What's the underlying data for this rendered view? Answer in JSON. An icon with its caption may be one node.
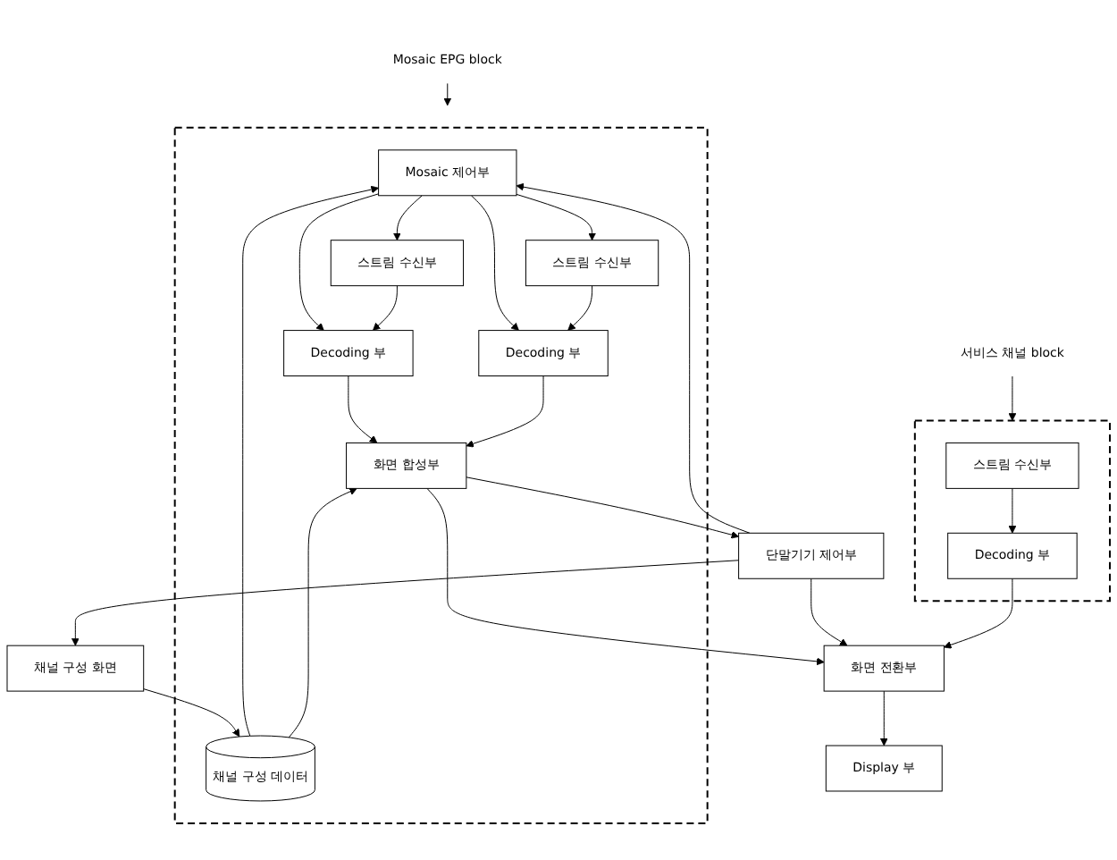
{
  "diagram": {
    "nodes": [
      {
        "text": [],
        "shape": "box"
      },
      {
        "text": [
          "Mosaic 제어부"
        ],
        "in": 0
      },
      {
        "text": [
          "채널 구성 데이터"
        ],
        "in": 0
      },
      {
        "text": [
          "스트림 수신부"
        ],
        "in": 0
      },
      {
        "text": [
          "Decoding 부"
        ],
        "in": 0
      },
      {
        "text": [
          "화면 합성부"
        ],
        "in": 0
      },
      {
        "text": [
          "스트림 수신부"
        ],
        "in": 0
      },
      {
        "text": [
          "Decoding 부"
        ],
        "in": 0
      },
      {
        "text": [
          "채널 구성 화면"
        ]
      },
      {
        "text": [
          "단말기기 제어부"
        ]
      },
      {
        "text": [
          "화면 전환부"
        ]
      },
      {
        "text": [
          "Display 부"
        ]
      },
      {
        "text": [],
        "shape": "box"
      },
      {
        "text": [
          "스트림 수신부"
        ],
        "in": 12
      },
      {
        "text": [
          "Decoding 부"
        ],
        "in": 12
      },
      {
        "text": [
          "Mosaic EPG block"
        ]
      },
      {
        "text": [
          "서비스 채널 block"
        ]
      }
    ],
    "edges": [
      {
        "from": 8,
        "to": 2,
        "arrow": "to"
      },
      {
        "from": 2,
        "to": 1,
        "arrow": "to"
      },
      {
        "from": 9,
        "to": 8,
        "arrow": "to"
      },
      {
        "from": 9,
        "to": 1,
        "arrow": "to"
      },
      {
        "from": 1,
        "to": 3,
        "arrow": "to"
      },
      {
        "from": 1,
        "to": 4,
        "arrow": "to"
      },
      {
        "from": 1,
        "to": 6,
        "arrow": "to"
      },
      {
        "from": 1,
        "to": 7,
        "arrow": "to"
      },
      {
        "from": 3,
        "to": 4,
        "arrow": "to"
      },
      {
        "from": 6,
        "to": 7,
        "arrow": "to"
      },
      {
        "from": 4,
        "to": 5,
        "arrow": "to"
      },
      {
        "from": 7,
        "to": 5,
        "arrow": "to"
      },
      {
        "from": 2,
        "to": 5,
        "arrow": "to"
      },
      {
        "from": 5,
        "to": 9,
        "arrow": "to"
      },
      {
        "from": 5,
        "to": 10,
        "arrow": "to"
      },
      {
        "from": 9,
        "to": 10,
        "arrow": "to"
      },
      {
        "from": 14,
        "to": 10,
        "arrow": "to"
      },
      {
        "from": 10,
        "to": 11,
        "arrow": "to"
      },
      {
        "from": 13,
        "to": 14,
        "arrow": "to"
      },
      {
        "from": 15,
        "to": 0,
        "arrow": "to"
      },
      {
        "from": 16,
        "to": 12,
        "arrow": "to"
      }
    ]
  }
}
